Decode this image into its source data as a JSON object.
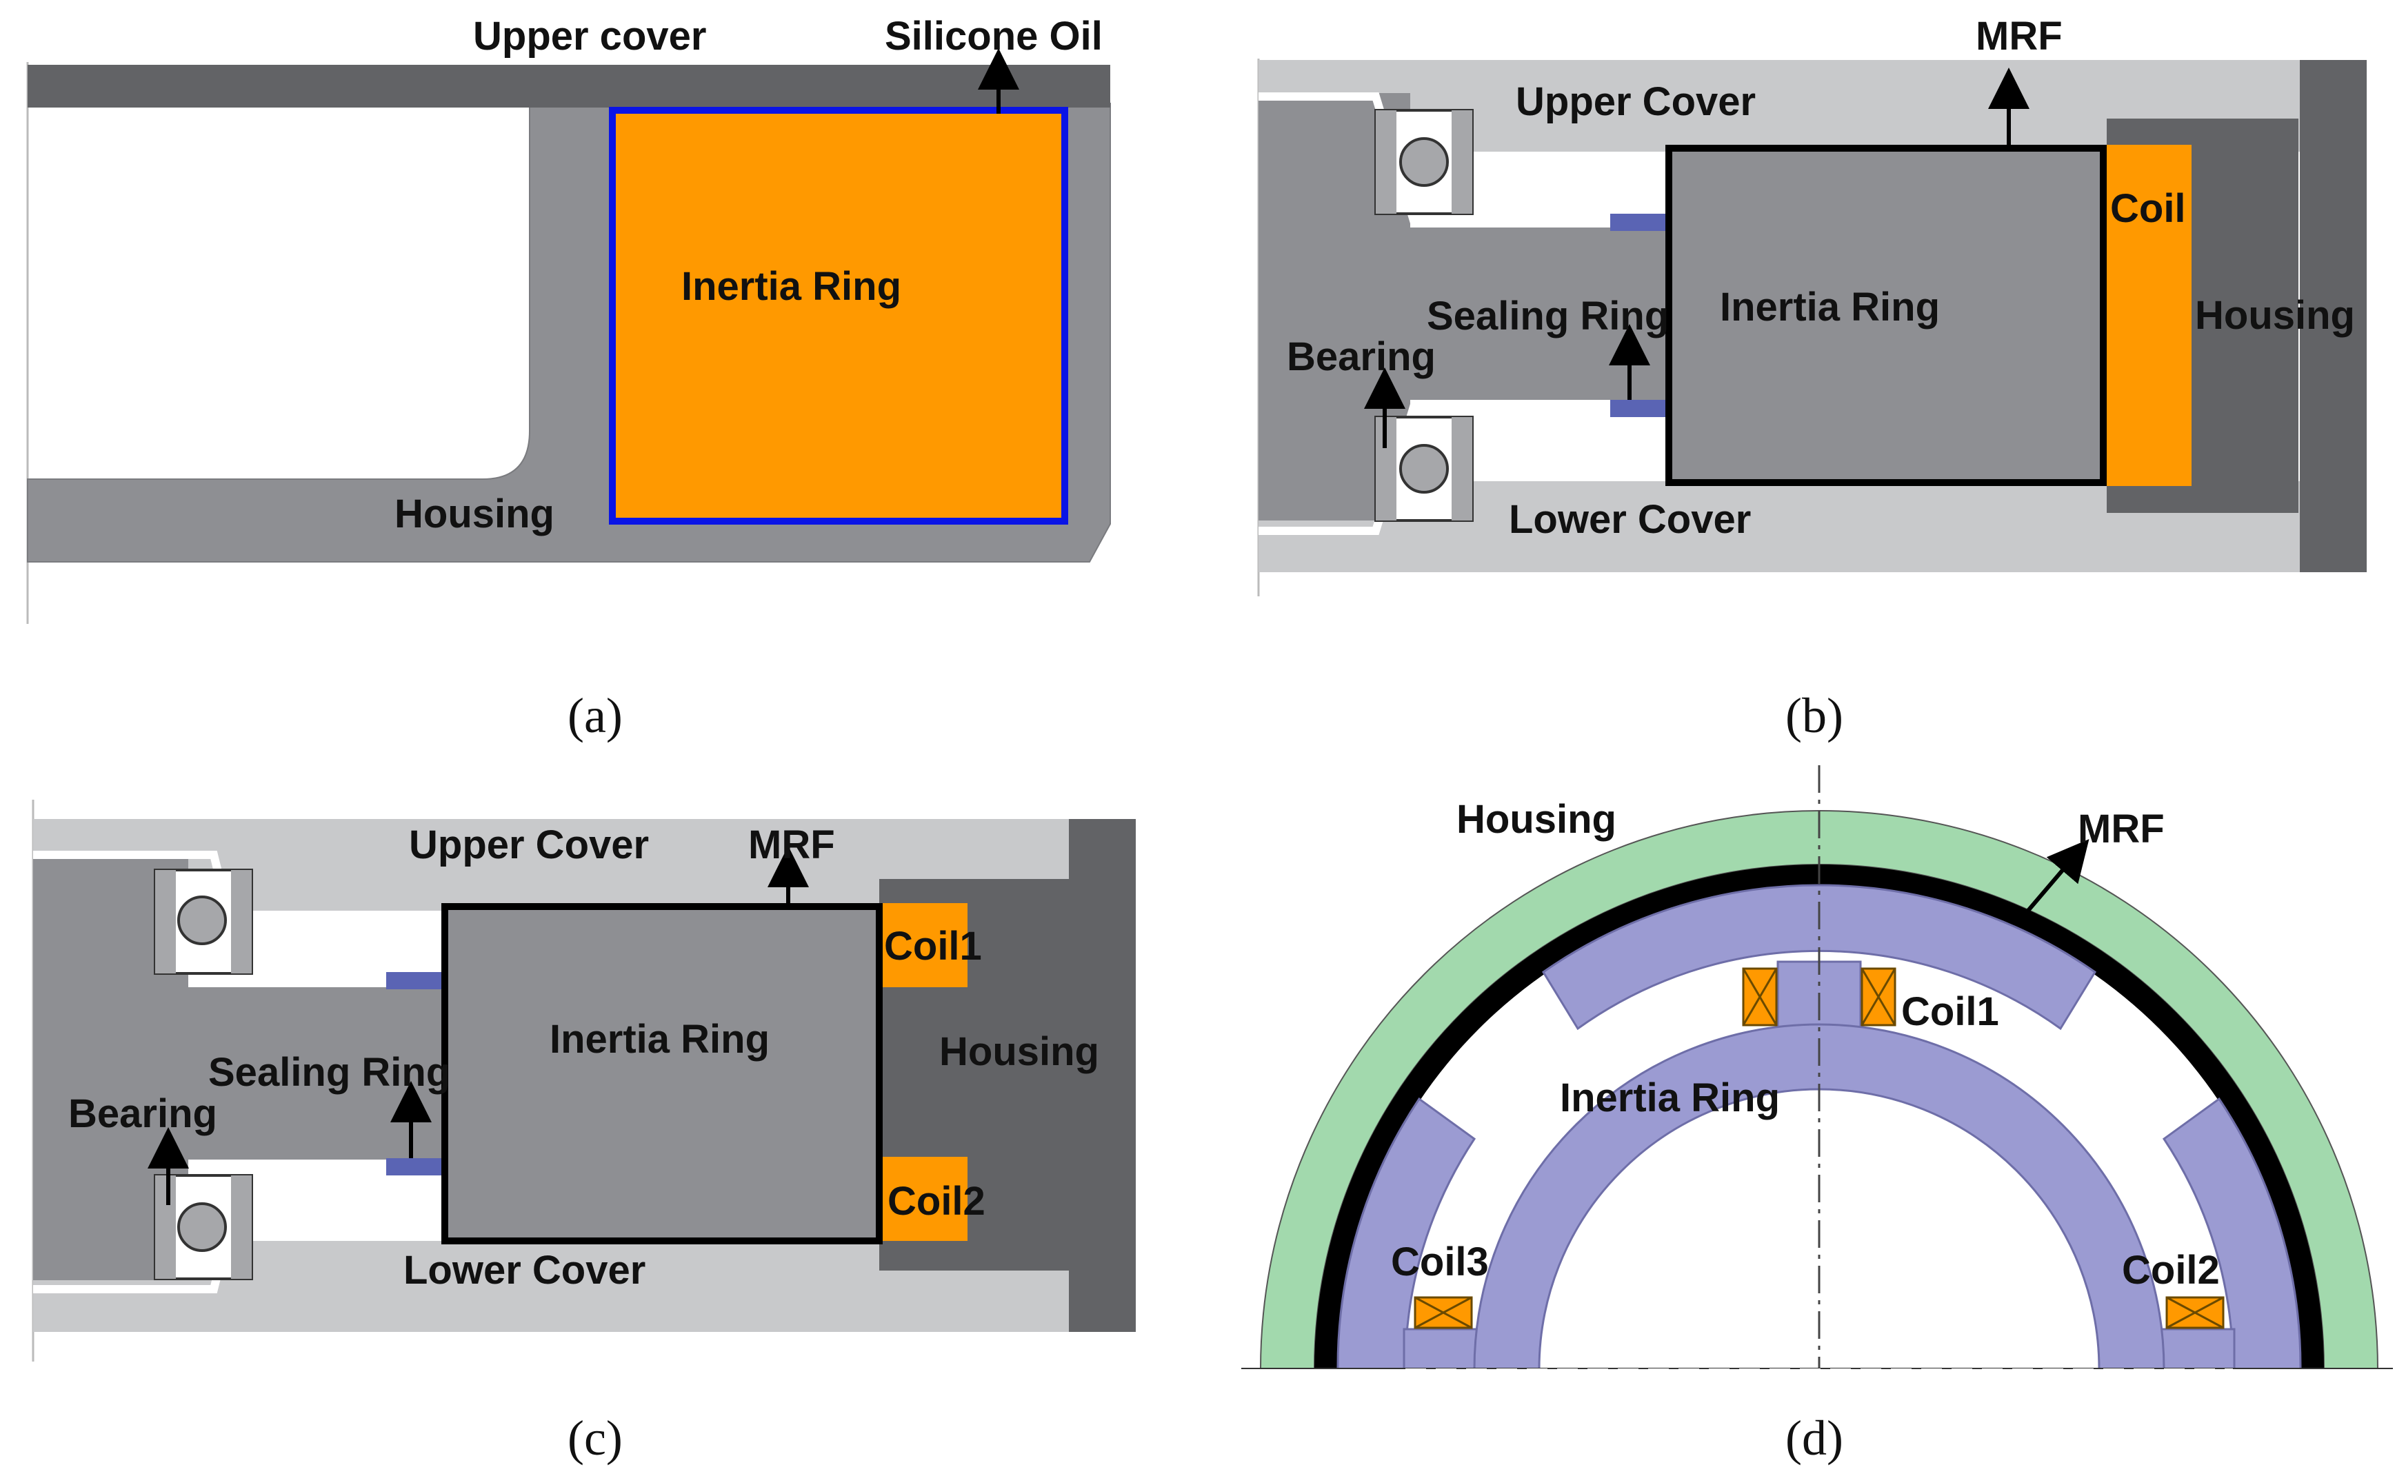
{
  "panels": {
    "a": {
      "caption": "(a)",
      "labels": {
        "upper_cover": "Upper cover",
        "silicone_oil": "Silicone Oil",
        "inertia_ring": "Inertia Ring",
        "housing": "Housing"
      }
    },
    "b": {
      "caption": "(b)",
      "labels": {
        "mrf": "MRF",
        "upper_cover": "Upper Cover",
        "coil": "Coil",
        "sealing_ring": "Sealing Ring",
        "inertia_ring": "Inertia Ring",
        "housing": "Housing",
        "bearing": "Bearing",
        "lower_cover": "Lower Cover"
      }
    },
    "c": {
      "caption": "(c)",
      "labels": {
        "upper_cover": "Upper Cover",
        "mrf": "MRF",
        "coil1": "Coil1",
        "inertia_ring": "Inertia Ring",
        "housing": "Housing",
        "sealing_ring": "Sealing Ring",
        "bearing": "Bearing",
        "coil2": "Coil2",
        "lower_cover": "Lower Cover"
      }
    },
    "d": {
      "caption": "(d)",
      "labels": {
        "housing": "Housing",
        "mrf": "MRF",
        "coil1": "Coil1",
        "inertia_ring": "Inertia Ring",
        "coil3": "Coil3",
        "coil2": "Coil2"
      }
    }
  },
  "colors": {
    "housing_gray": "#8e8f93",
    "cover_light": "#c8c9cb",
    "cover_dark": "#626366",
    "inertia_orange": "#ff9900",
    "oil_blue": "#0a14e6",
    "seal_blue": "#5a64b4",
    "ring_purple": "#9b9bd2",
    "housing_green": "#a2d9ad",
    "outline_black": "#000000"
  }
}
